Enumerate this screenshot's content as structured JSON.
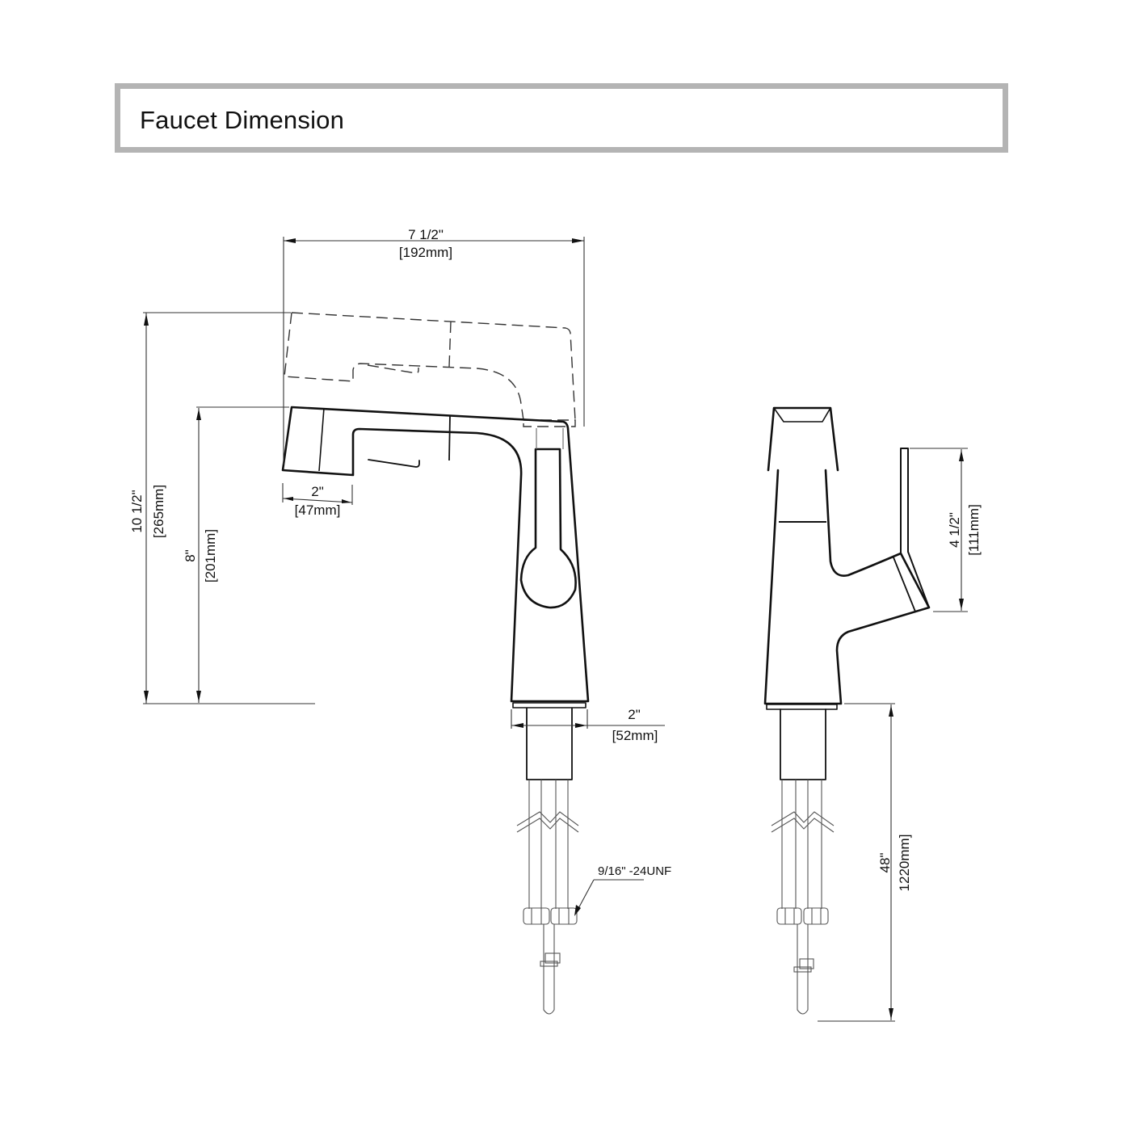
{
  "header": {
    "title": "Faucet Dimension"
  },
  "colors": {
    "header_border": "#b4b4b4",
    "line": "#111111",
    "background": "#ffffff"
  },
  "front_view": {
    "spout_reach": {
      "imperial": "7 1/2\"",
      "metric": "[192mm]"
    },
    "overall_height": {
      "imperial": "10 1/2\"",
      "metric": "[265mm]"
    },
    "spout_height": {
      "imperial": "8\"",
      "metric": "[201mm]"
    },
    "spray_head_length": {
      "imperial": "2\"",
      "metric": "[47mm]"
    },
    "base_diameter": {
      "imperial": "2\"",
      "metric": "[52mm]"
    },
    "connection_thread": {
      "label": "9/16\" -24UNF"
    }
  },
  "side_view": {
    "handle_height": {
      "imperial": "4 1/2\"",
      "metric": "[111mm]"
    },
    "hose_length": {
      "imperial": "48\"",
      "metric": "1220mm]"
    }
  }
}
